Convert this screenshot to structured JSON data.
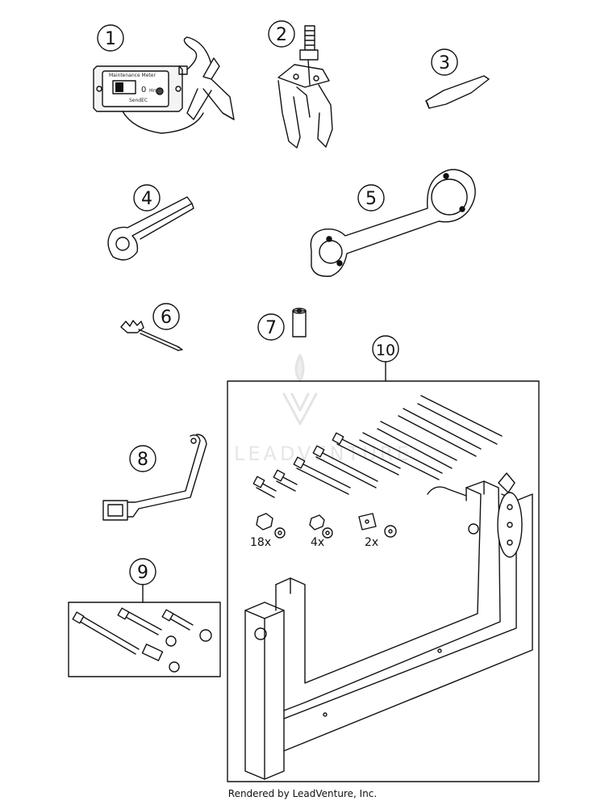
{
  "callouts": [
    "1",
    "2",
    "3",
    "4",
    "5",
    "6",
    "7",
    "8",
    "9",
    "10"
  ],
  "quantities": [
    "18x",
    "4x",
    "2x"
  ],
  "meter": {
    "title": "Maintenance Meter",
    "reading": "0",
    "unit": "Hrs",
    "brand": "SendEC"
  },
  "watermark": "LEADVENTURE",
  "footer": "Rendered by LeadVenture, Inc."
}
